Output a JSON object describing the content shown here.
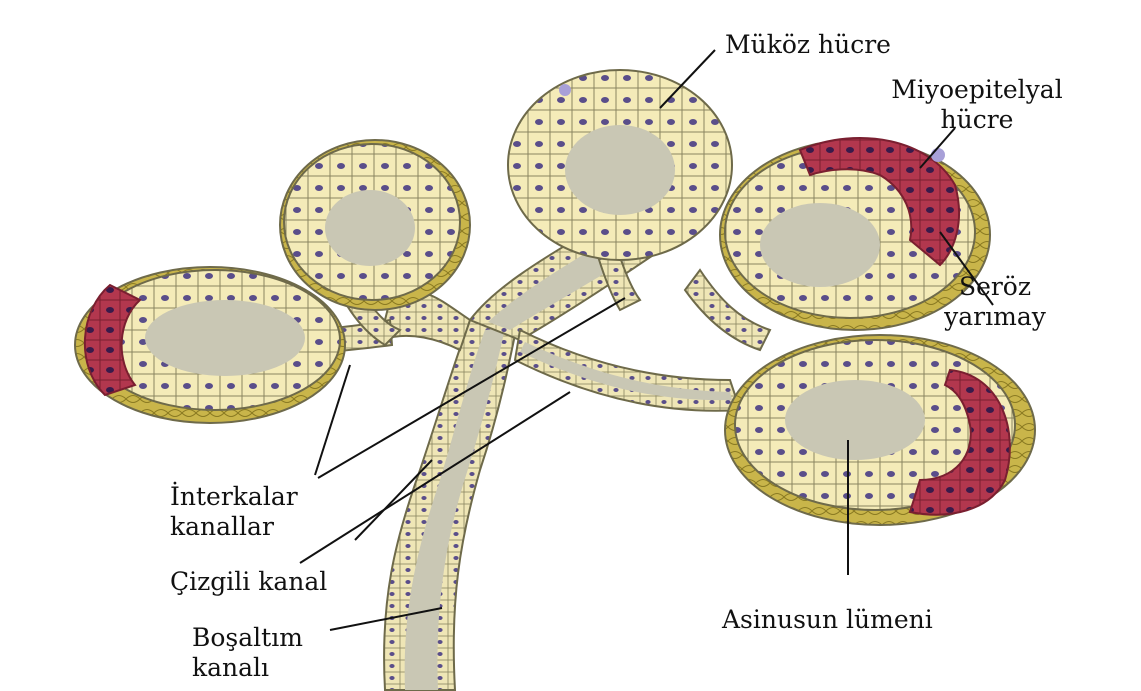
{
  "labels": {
    "mukoz": "Müköz hücre",
    "miyo_line1": "Miyoepitelyal",
    "miyo_line2": "hücre",
    "seroz_line1": "Seröz",
    "seroz_line2": "yarımay",
    "interkalar_line1": "İnterkalar",
    "interkalar_line2": "kanallar",
    "cizgili": "Çizgili kanal",
    "bosaltim_line1": "Boşaltım",
    "bosaltim_line2": "kanalı",
    "asinus": "Asinusun lümeni"
  },
  "colors": {
    "background": "#ffffff",
    "cell_fill": "#f4ebb8",
    "cell_border": "#6e6a4a",
    "nucleus": "#5a4e8a",
    "lumen": "#c9c7b4",
    "serous": "#b2374e",
    "myoepithelial_capsule": "#c9b54a",
    "leader_line": "#111111"
  }
}
